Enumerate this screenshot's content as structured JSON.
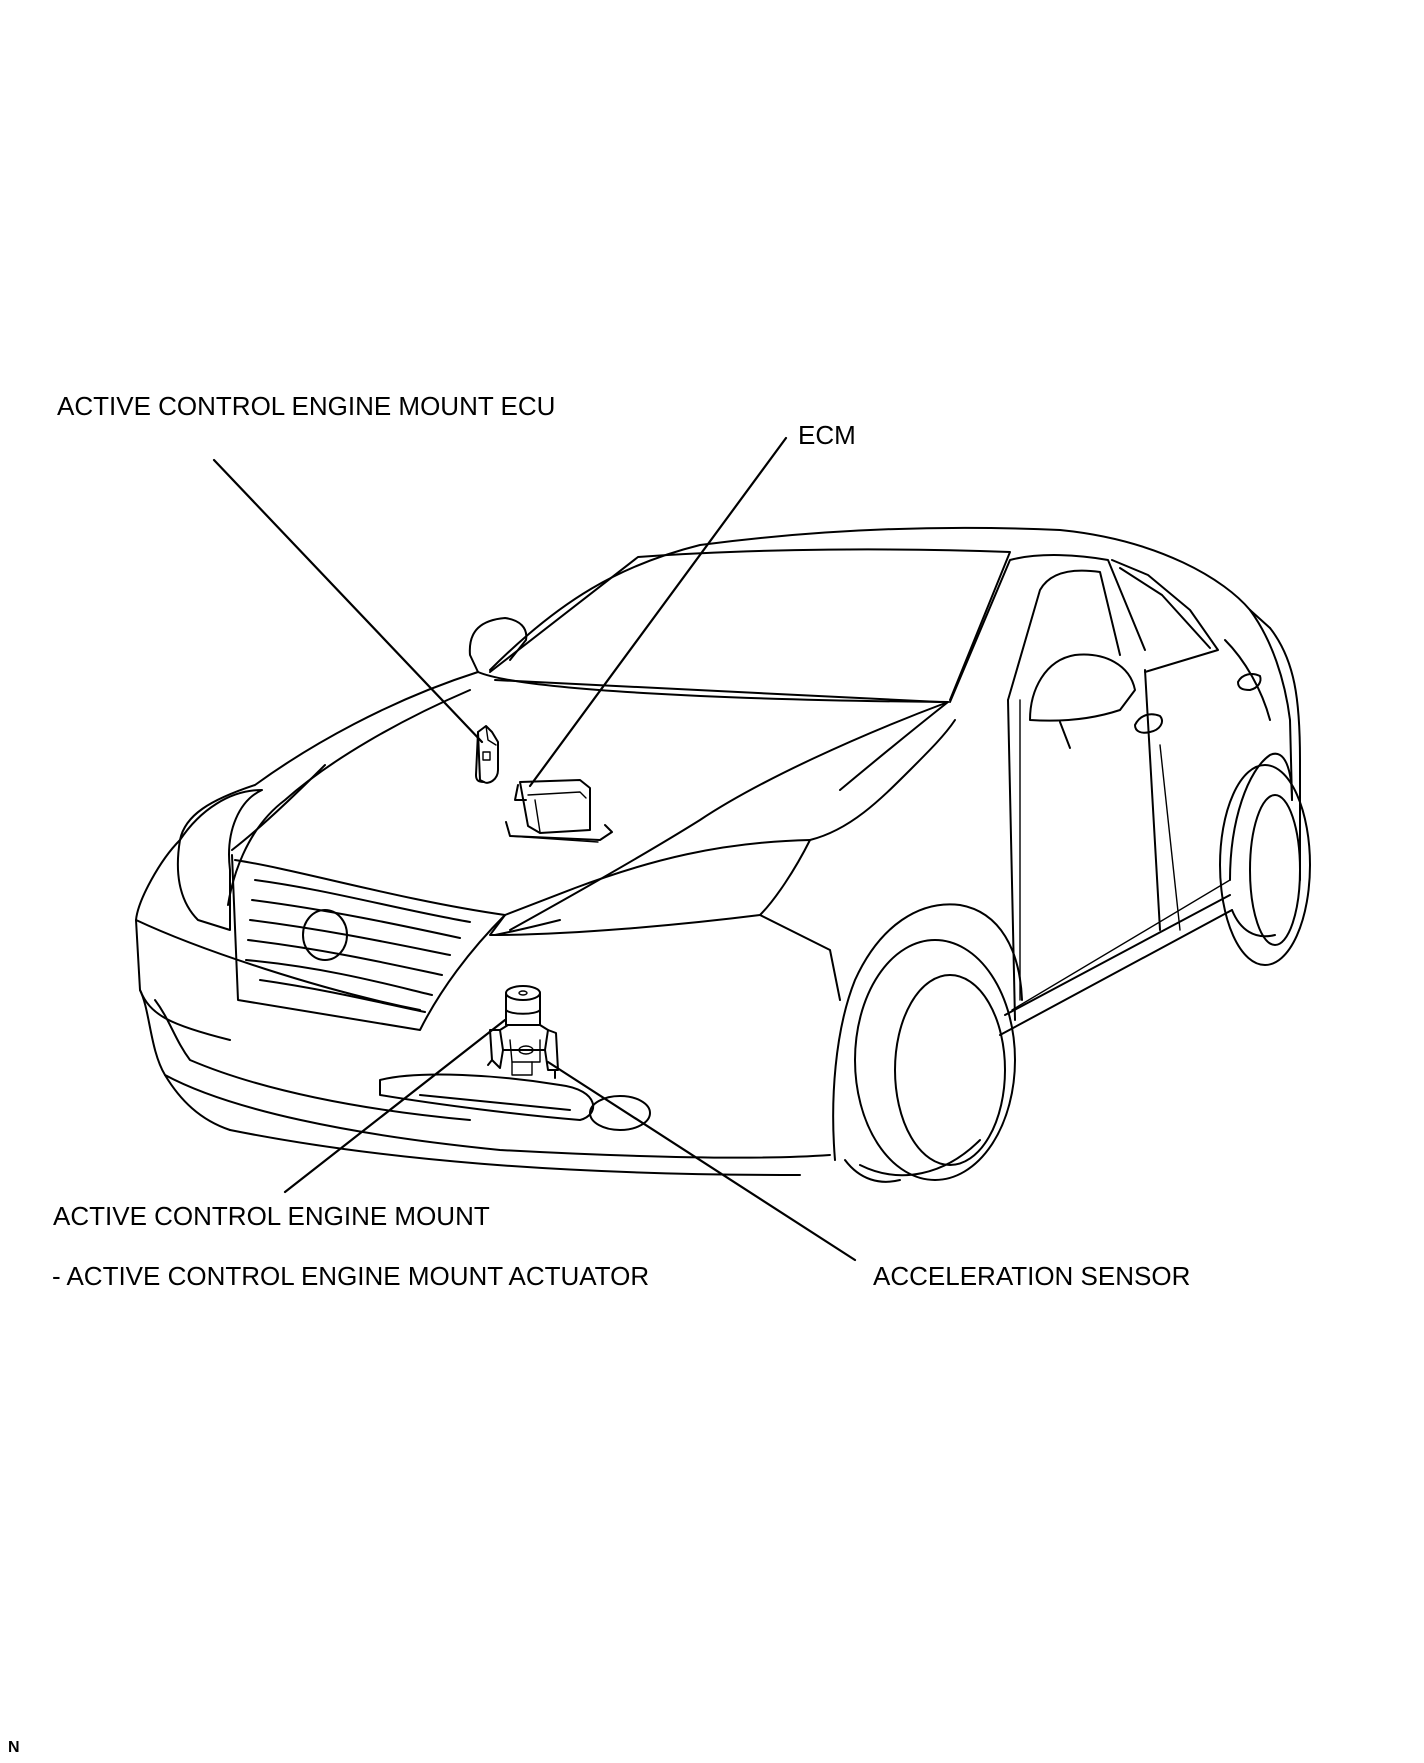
{
  "labels": {
    "ecu": "ACTIVE CONTROL ENGINE MOUNT ECU",
    "ecm": "ECM",
    "mount": "ACTIVE CONTROL ENGINE MOUNT",
    "actuator": "- ACTIVE CONTROL ENGINE MOUNT ACTUATOR",
    "accel_sensor": "ACCELERATION SENSOR",
    "figure_code": "N"
  },
  "icons": {
    "vehicle": "sedan-line-drawing-icon",
    "ecu": "ecu-bracket-icon",
    "ecm": "ecm-module-icon",
    "mount": "engine-mount-icon"
  },
  "colors": {
    "line": "#000000",
    "background": "#ffffff"
  }
}
